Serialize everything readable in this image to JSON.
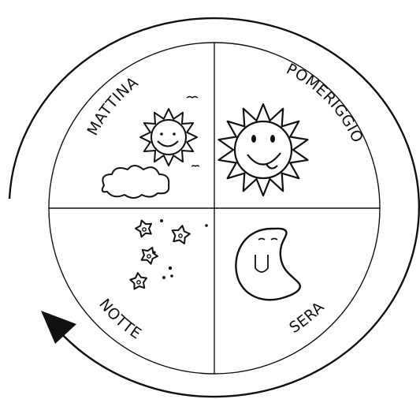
{
  "diagram": {
    "quadrants": [
      {
        "id": "mattina",
        "label": "MATTINA",
        "icon": "sun-with-cloud-icon"
      },
      {
        "id": "pomeriggio",
        "label": "POMERIGGIO",
        "icon": "big-sun-icon"
      },
      {
        "id": "sera",
        "label": "SERA",
        "icon": "moon-icon"
      },
      {
        "id": "notte",
        "label": "NOTTE",
        "icon": "stars-icon"
      }
    ],
    "cycle_direction": "clockwise",
    "colors": {
      "stroke": "#111111",
      "background": "#ffffff"
    }
  }
}
